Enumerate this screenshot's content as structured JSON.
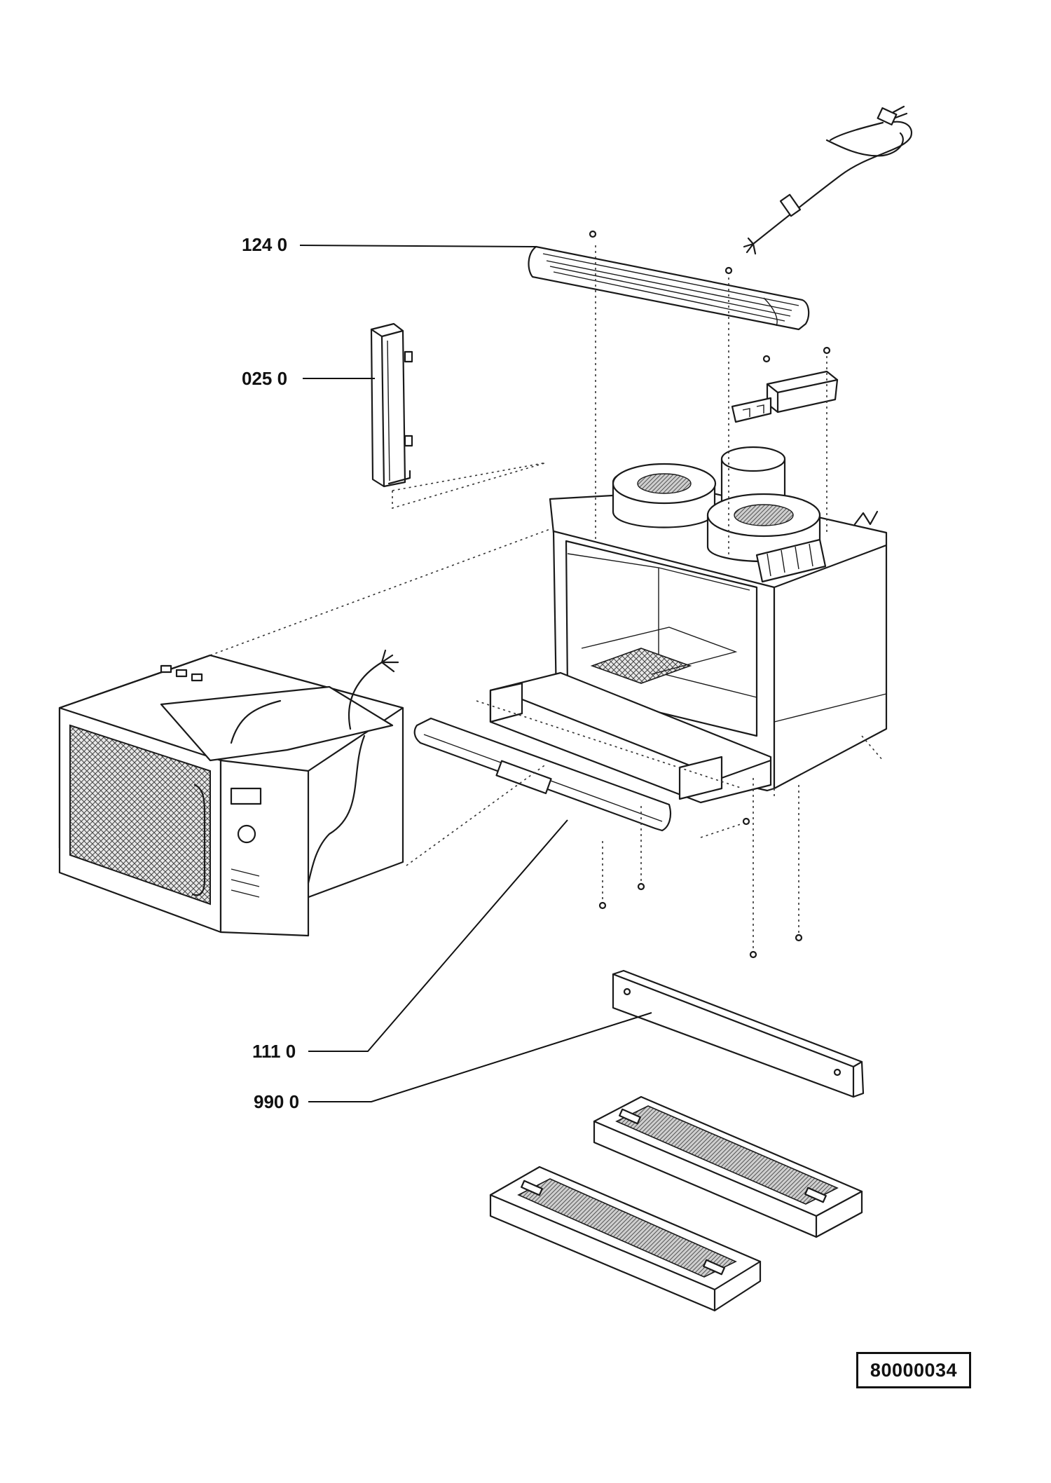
{
  "diagram": {
    "callouts": [
      {
        "id": "1240",
        "label": "124 0"
      },
      {
        "id": "0250",
        "label": "025 0"
      },
      {
        "id": "1110",
        "label": "111 0"
      },
      {
        "id": "9900",
        "label": "990 0"
      }
    ],
    "drawing_number": "80000034"
  }
}
